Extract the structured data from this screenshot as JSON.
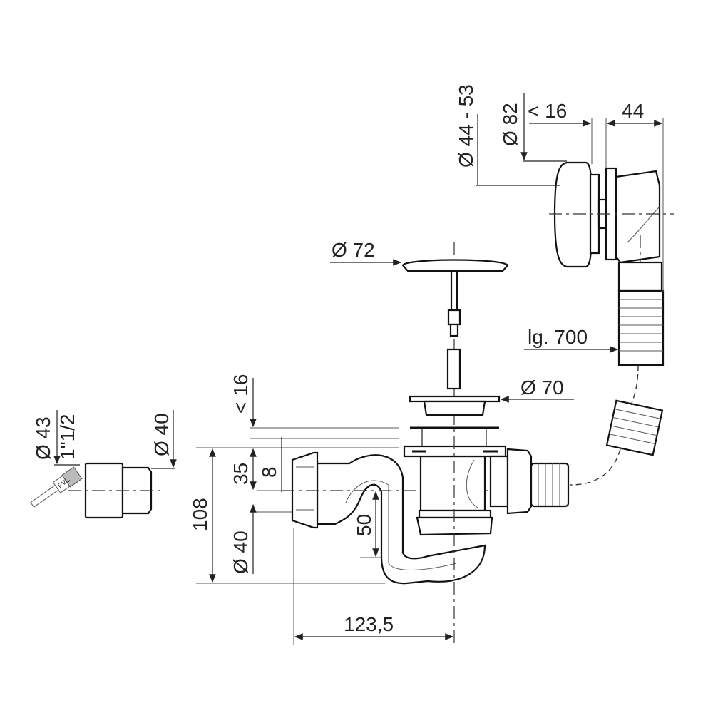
{
  "labels": {
    "adapter_outer_dia": "Ø 43",
    "adapter_thread": "1\"1/2",
    "pvc_mark": "PVC",
    "adapter_inner_dia": "Ø 40",
    "trap_max_thickness": "< 16",
    "trap_height_35": "35",
    "trap_offset_8": "8",
    "trap_total_height": "108",
    "trap_outlet_dia": "Ø 40",
    "water_seal": "50",
    "trap_length": "123,5",
    "plug_dia": "Ø 72",
    "waste_flange_dia": "Ø 70",
    "hose_length": "lg. 700",
    "overflow_hole_dia": "Ø 44 - 53",
    "overflow_plate_dia": "Ø 82",
    "overflow_max_thickness": "< 16",
    "overflow_depth": "44"
  }
}
